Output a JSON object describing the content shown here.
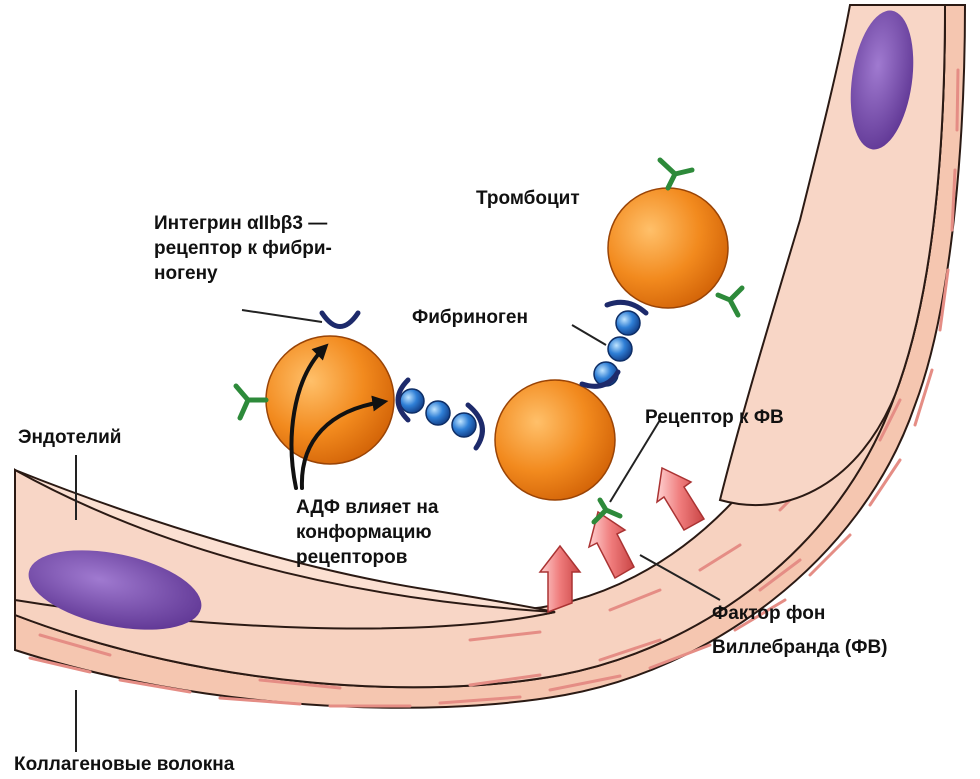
{
  "colors": {
    "vessel_wall": "#f5cbb6",
    "vessel_wall_light": "#fbe5d8",
    "outline": "#2b1a14",
    "collagen_stripe": "#e58d85",
    "nucleus": "#7b4fb0",
    "platelet": "#f28a1e",
    "platelet_shadow": "#d96a08",
    "fibrinogen_bead": "#2f7fd6",
    "integrin_receptor": "#1d2a6b",
    "vwf_receptor": "#2d8a3a",
    "vwf_factor": "#e86a6a",
    "arrow": "#111111"
  },
  "labels": {
    "integrin": [
      "Интегрин αIIbβ3 —",
      "рецептор к фибри-",
      "ногену"
    ],
    "platelet": "Тромбоцит",
    "fibrinogen": "Фибриноген",
    "endothelium": "Эндотелий",
    "vwf_receptor": "Рецептор к ФВ",
    "adp": [
      "АДФ влияет на",
      "конформацию",
      "рецепторов"
    ],
    "vwf_factor": [
      "Фактор фон",
      "Виллебранда (ФВ)"
    ],
    "collagen": "Коллагеновые волокна"
  }
}
